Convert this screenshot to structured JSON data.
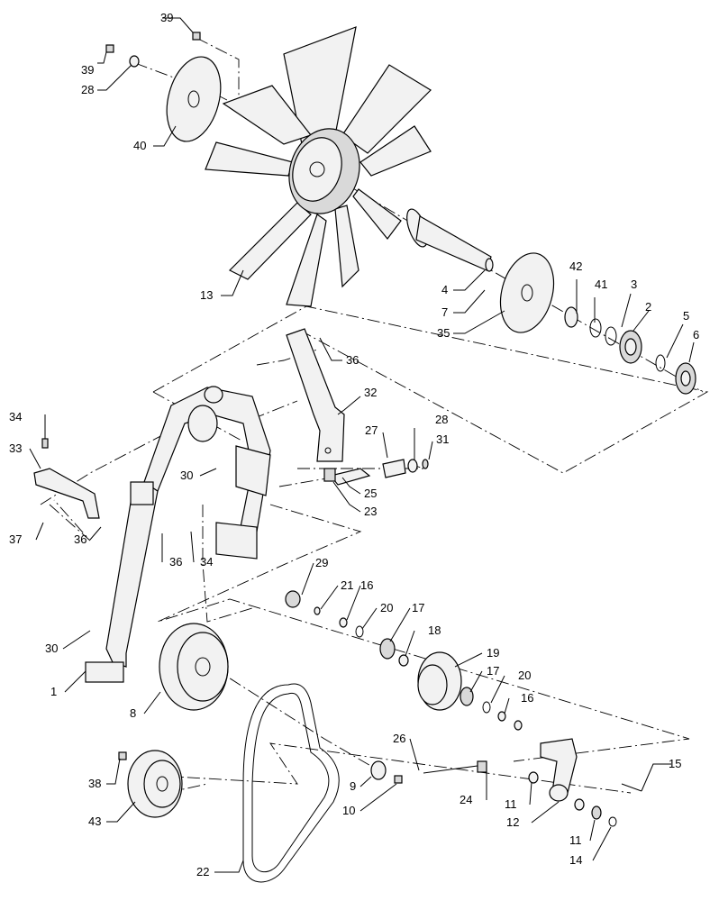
{
  "diagram": {
    "callouts": {
      "c1": "1",
      "c2": "2",
      "c3": "3",
      "c4": "4",
      "c5": "5",
      "c6": "6",
      "c7": "7",
      "c8": "8",
      "c9": "9",
      "c10": "10",
      "c11a": "11",
      "c11b": "11",
      "c12": "12",
      "c13": "13",
      "c14": "14",
      "c15": "15",
      "c16a": "16",
      "c16b": "16",
      "c17a": "17",
      "c17b": "17",
      "c18": "18",
      "c19": "19",
      "c20a": "20",
      "c20b": "20",
      "c21": "21",
      "c22": "22",
      "c23": "23",
      "c24": "24",
      "c25": "25",
      "c26": "26",
      "c27": "27",
      "c28a": "28",
      "c28b": "28",
      "c29": "29",
      "c30a": "30",
      "c30b": "30",
      "c31": "31",
      "c32": "32",
      "c33": "33",
      "c34a": "34",
      "c34b": "34",
      "c35": "35",
      "c36a": "36",
      "c36b": "36",
      "c36c": "36",
      "c37": "37",
      "c38": "38",
      "c39a": "39",
      "c39b": "39",
      "c40": "40",
      "c41": "41",
      "c42": "42",
      "c43": "43"
    }
  }
}
